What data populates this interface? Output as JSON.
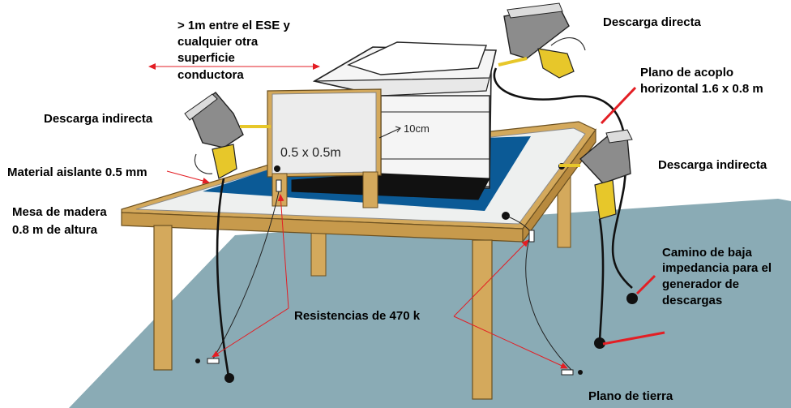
{
  "labels": {
    "distance_line1": "> 1m entre el ESE y",
    "distance_line2": "cualquier otra",
    "distance_line3": "superficie",
    "distance_line4": "conductora",
    "direct_discharge": "Descarga directa",
    "coupling_plane_line1": "Plano de acoplo",
    "coupling_plane_line2": "horizontal 1.6 x 0.8 m",
    "indirect_discharge_left": "Descarga indirecta",
    "indirect_discharge_right": "Descarga indirecta",
    "insulation": "Material aislante 0.5 mm",
    "table_line1": "Mesa de madera",
    "table_line2": "0.8 m de altura",
    "low_impedance_line1": "Camino de baja",
    "low_impedance_line2": "impedancia para el",
    "low_impedance_line3": "generador de",
    "low_impedance_line4": "descargas",
    "resistors": "Resistencias de 470 k",
    "ground_plane": "Plano de tierra",
    "vertical_plane_size": "0.5 x 0.5m",
    "spacing": "10cm"
  },
  "colors": {
    "floor": "#8aabb5",
    "wood": "#d4a95c",
    "wood_dark": "#a67c32",
    "coupling_plane": "#eef0ef",
    "insulation_mat": "#0b5a96",
    "arrow_red": "#e31e24",
    "device_body": "#f5f5f5",
    "esd_gun": "#8c8c8c",
    "gun_handle": "#e7c72a"
  }
}
